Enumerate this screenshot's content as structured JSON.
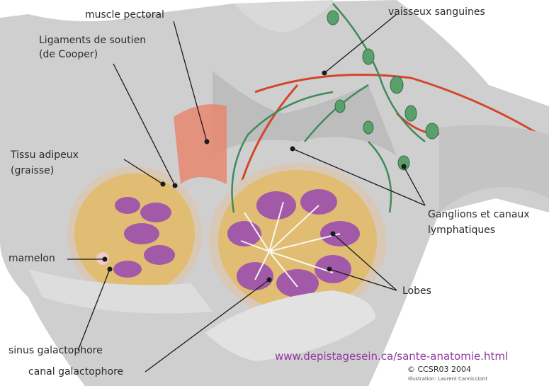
{
  "labels": {
    "muscle_pectoral": "muscle pectoral",
    "vaisseux": "vaisseux sanguines",
    "ligaments_line1": "Ligaments de soutien",
    "ligaments_line2": "(de Cooper)",
    "tissu_line1": "Tissu  adipeux",
    "tissu_line2": "(graisse)",
    "ganglions_line1": "Ganglions et canaux",
    "ganglions_line2": "lymphatiques",
    "mamelon": "mamelon",
    "lobes": "Lobes",
    "sinus": "sinus galactophore",
    "canal": "canal galactophore"
  },
  "footer": {
    "url": "www.depistagesein.ca/sante-anatomie.html",
    "copyright": "© CCSR03 2004",
    "credit": "Illustration: Laurent Cannicciont"
  },
  "colors": {
    "background": "#ffffff",
    "skin": "#cfcfcf",
    "lobe": "#a25aa8",
    "lymph": "#3f8a5a",
    "vessel": "#d4462c",
    "fat": "#e8b43a",
    "url": "#8e3a9c"
  }
}
